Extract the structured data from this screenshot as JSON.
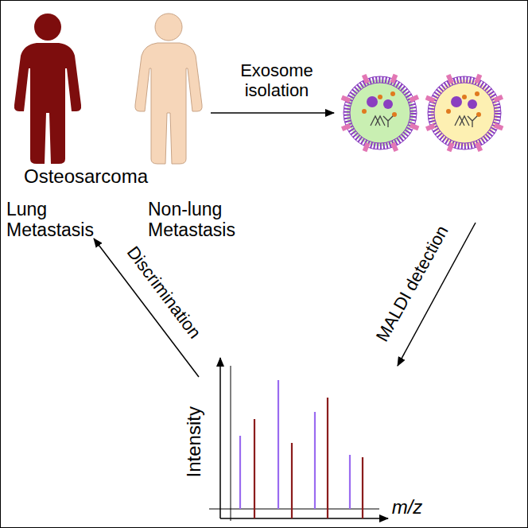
{
  "diagram": {
    "labels": [
      "Osteosarcoma",
      "Lung Metastasis",
      "Non-lung Metastasis",
      "Exosome isolation",
      "MALDI detection",
      "Discrimination",
      "Intensity",
      "m/z"
    ]
  }
}
